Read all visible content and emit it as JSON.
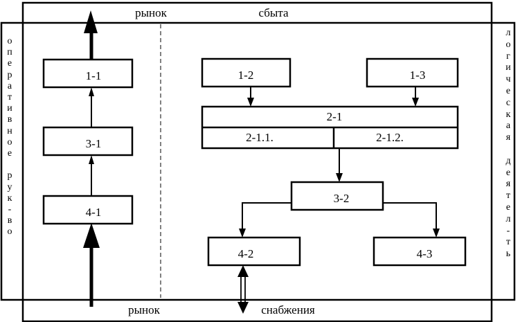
{
  "markets": {
    "top_left": "рынок",
    "top_right": "сбыта",
    "bottom_left": "рынок",
    "bottom_right": "снабжения"
  },
  "side_labels": {
    "left": "оперативное рук-во",
    "right": "логическая деятел-ть"
  },
  "boxes": {
    "b11": "1-1",
    "b31": "3-1",
    "b41": "4-1",
    "b12": "1-2",
    "b13": "1-3",
    "b21": "2-1",
    "b211": "2-1.1.",
    "b212": "2-1.2.",
    "b32": "3-2",
    "b42": "4-2",
    "b43": "4-3"
  }
}
